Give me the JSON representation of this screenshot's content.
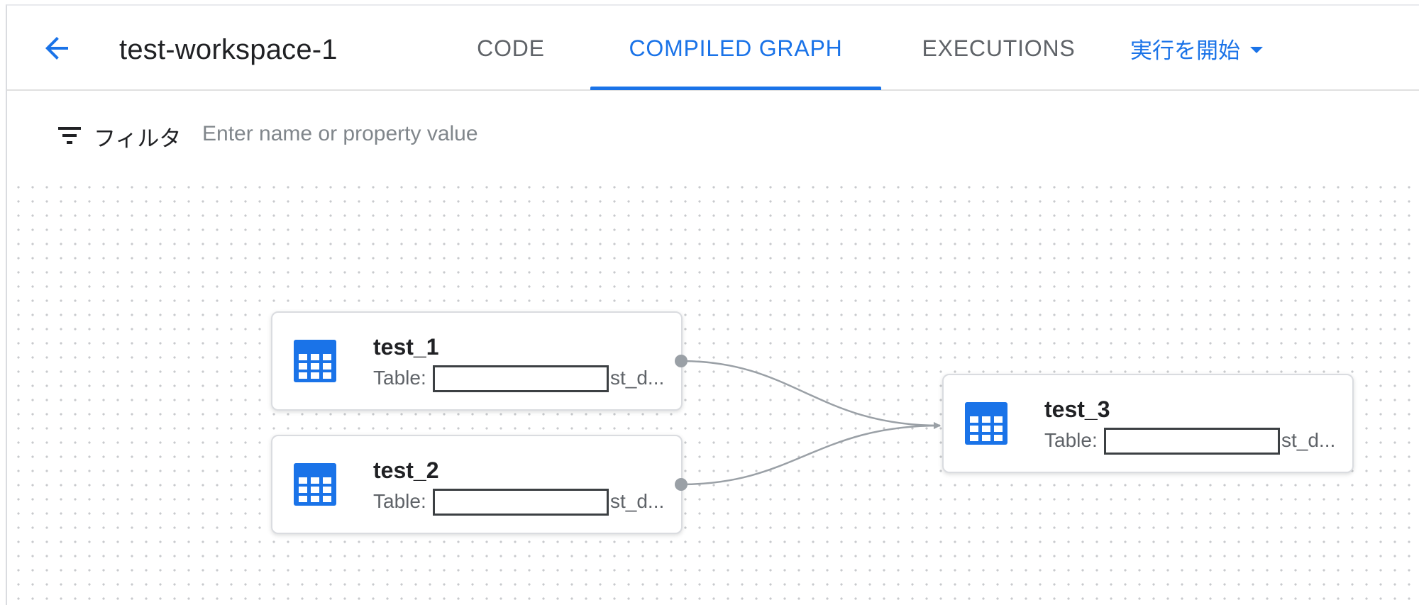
{
  "header": {
    "title": "test-workspace-1",
    "tabs": [
      {
        "label": "CODE",
        "active": false
      },
      {
        "label": "COMPILED GRAPH",
        "active": true
      },
      {
        "label": "EXECUTIONS",
        "active": false
      }
    ],
    "run_menu_label": "実行を開始"
  },
  "filter": {
    "label": "フィルタ",
    "placeholder": "Enter name or property value"
  },
  "graph": {
    "nodes": [
      {
        "name": "test_1",
        "type_label": "Table:",
        "suffix": "st_d..."
      },
      {
        "name": "test_2",
        "type_label": "Table:",
        "suffix": "st_d..."
      },
      {
        "name": "test_3",
        "type_label": "Table:",
        "suffix": "st_d..."
      }
    ],
    "edges": [
      {
        "from": "test_1",
        "to": "test_3"
      },
      {
        "from": "test_2",
        "to": "test_3"
      }
    ]
  },
  "colors": {
    "accent": "#1a73e8",
    "edge": "#9aa0a6"
  }
}
